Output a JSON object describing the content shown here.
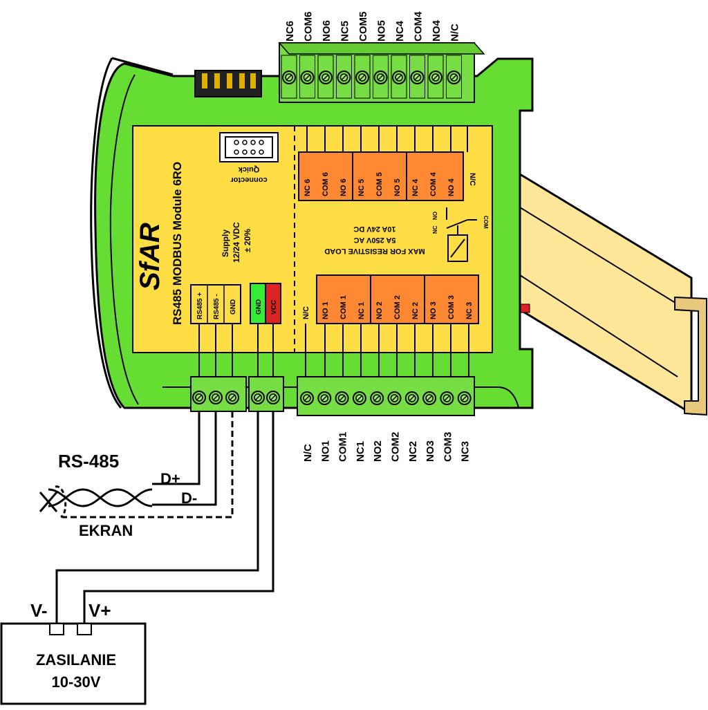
{
  "module": {
    "brand": "SfAR",
    "title": "RS485 MODBUS Module 6RO",
    "quick_connector": [
      "Quick",
      "connector"
    ],
    "supply": [
      "Supply",
      "12/24 VDC",
      "± 20%"
    ],
    "rs485_labels": [
      "RS485 +",
      "RS485 -",
      "GND"
    ],
    "power_labels": [
      "GND",
      "VCC"
    ],
    "load_spec": [
      "MAX FOR RESISTIVE LOAD",
      "5A 250V AC",
      "10A 24V DC"
    ],
    "relay_symbol": {
      "nc": "NC",
      "no": "NO",
      "com": "COM"
    },
    "top_relay_labels": [
      "NC 6",
      "COM 6",
      "NO 6",
      "NC 5",
      "COM 5",
      "NO 5",
      "NC 4",
      "COM 4",
      "NO 4"
    ],
    "top_nc_label": "N/C",
    "bottom_nc_label": "N/C",
    "bottom_relay_labels": [
      "NO 1",
      "COM 1",
      "NC 1",
      "NO 2",
      "COM 2",
      "NC 2",
      "NO 3",
      "COM 3",
      "NC 3"
    ]
  },
  "terminals": {
    "top": [
      "NC6",
      "COM6",
      "NO6",
      "NC5",
      "COM5",
      "NO5",
      "NC4",
      "COM4",
      "NO4",
      "N/C"
    ],
    "bottom": [
      "N/C",
      "NO1",
      "COM1",
      "NC1",
      "NO2",
      "COM2",
      "NC2",
      "NO3",
      "COM3",
      "NC3"
    ]
  },
  "wiring": {
    "bus_title": "RS-485",
    "d_plus": "D+",
    "d_minus": "D-",
    "shield": "EKRAN",
    "v_minus": "V-",
    "v_plus": "V+"
  },
  "power_supply": {
    "line1": "ZASILANIE",
    "line2": "10-30V"
  },
  "colors": {
    "housing": "#66dd33",
    "panel": "#ffdd44",
    "relay": "#ff8833",
    "gnd": "#33ee33",
    "vcc": "#dd2222",
    "rail": "#ffe699",
    "terminal": "#77dd44"
  }
}
